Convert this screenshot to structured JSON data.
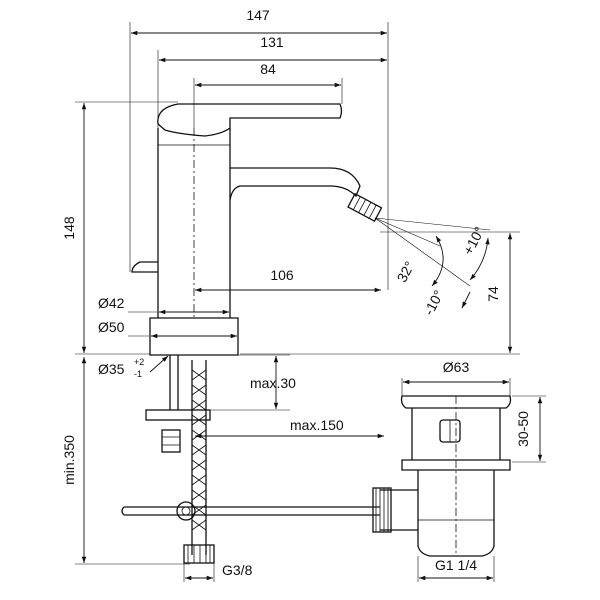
{
  "dimensions": {
    "overall_width": "147",
    "width_131": "131",
    "width_84": "84",
    "height_148": "148",
    "spout_106": "106",
    "diam_42": "Ø42",
    "diam_50": "Ø50",
    "diam_35": "Ø35",
    "tol_plus": "+2",
    "tol_minus": "-1",
    "max_30": "max.30",
    "max_150": "max.150",
    "min_350": "min.350",
    "angle_32": "32°",
    "angle_plus10": "+10°",
    "angle_minus10": "-10°",
    "height_74": "74",
    "diam_63": "Ø63",
    "range_30_50": "30-50",
    "thread_g38": "G3/8",
    "thread_g114": "G1 1/4"
  }
}
